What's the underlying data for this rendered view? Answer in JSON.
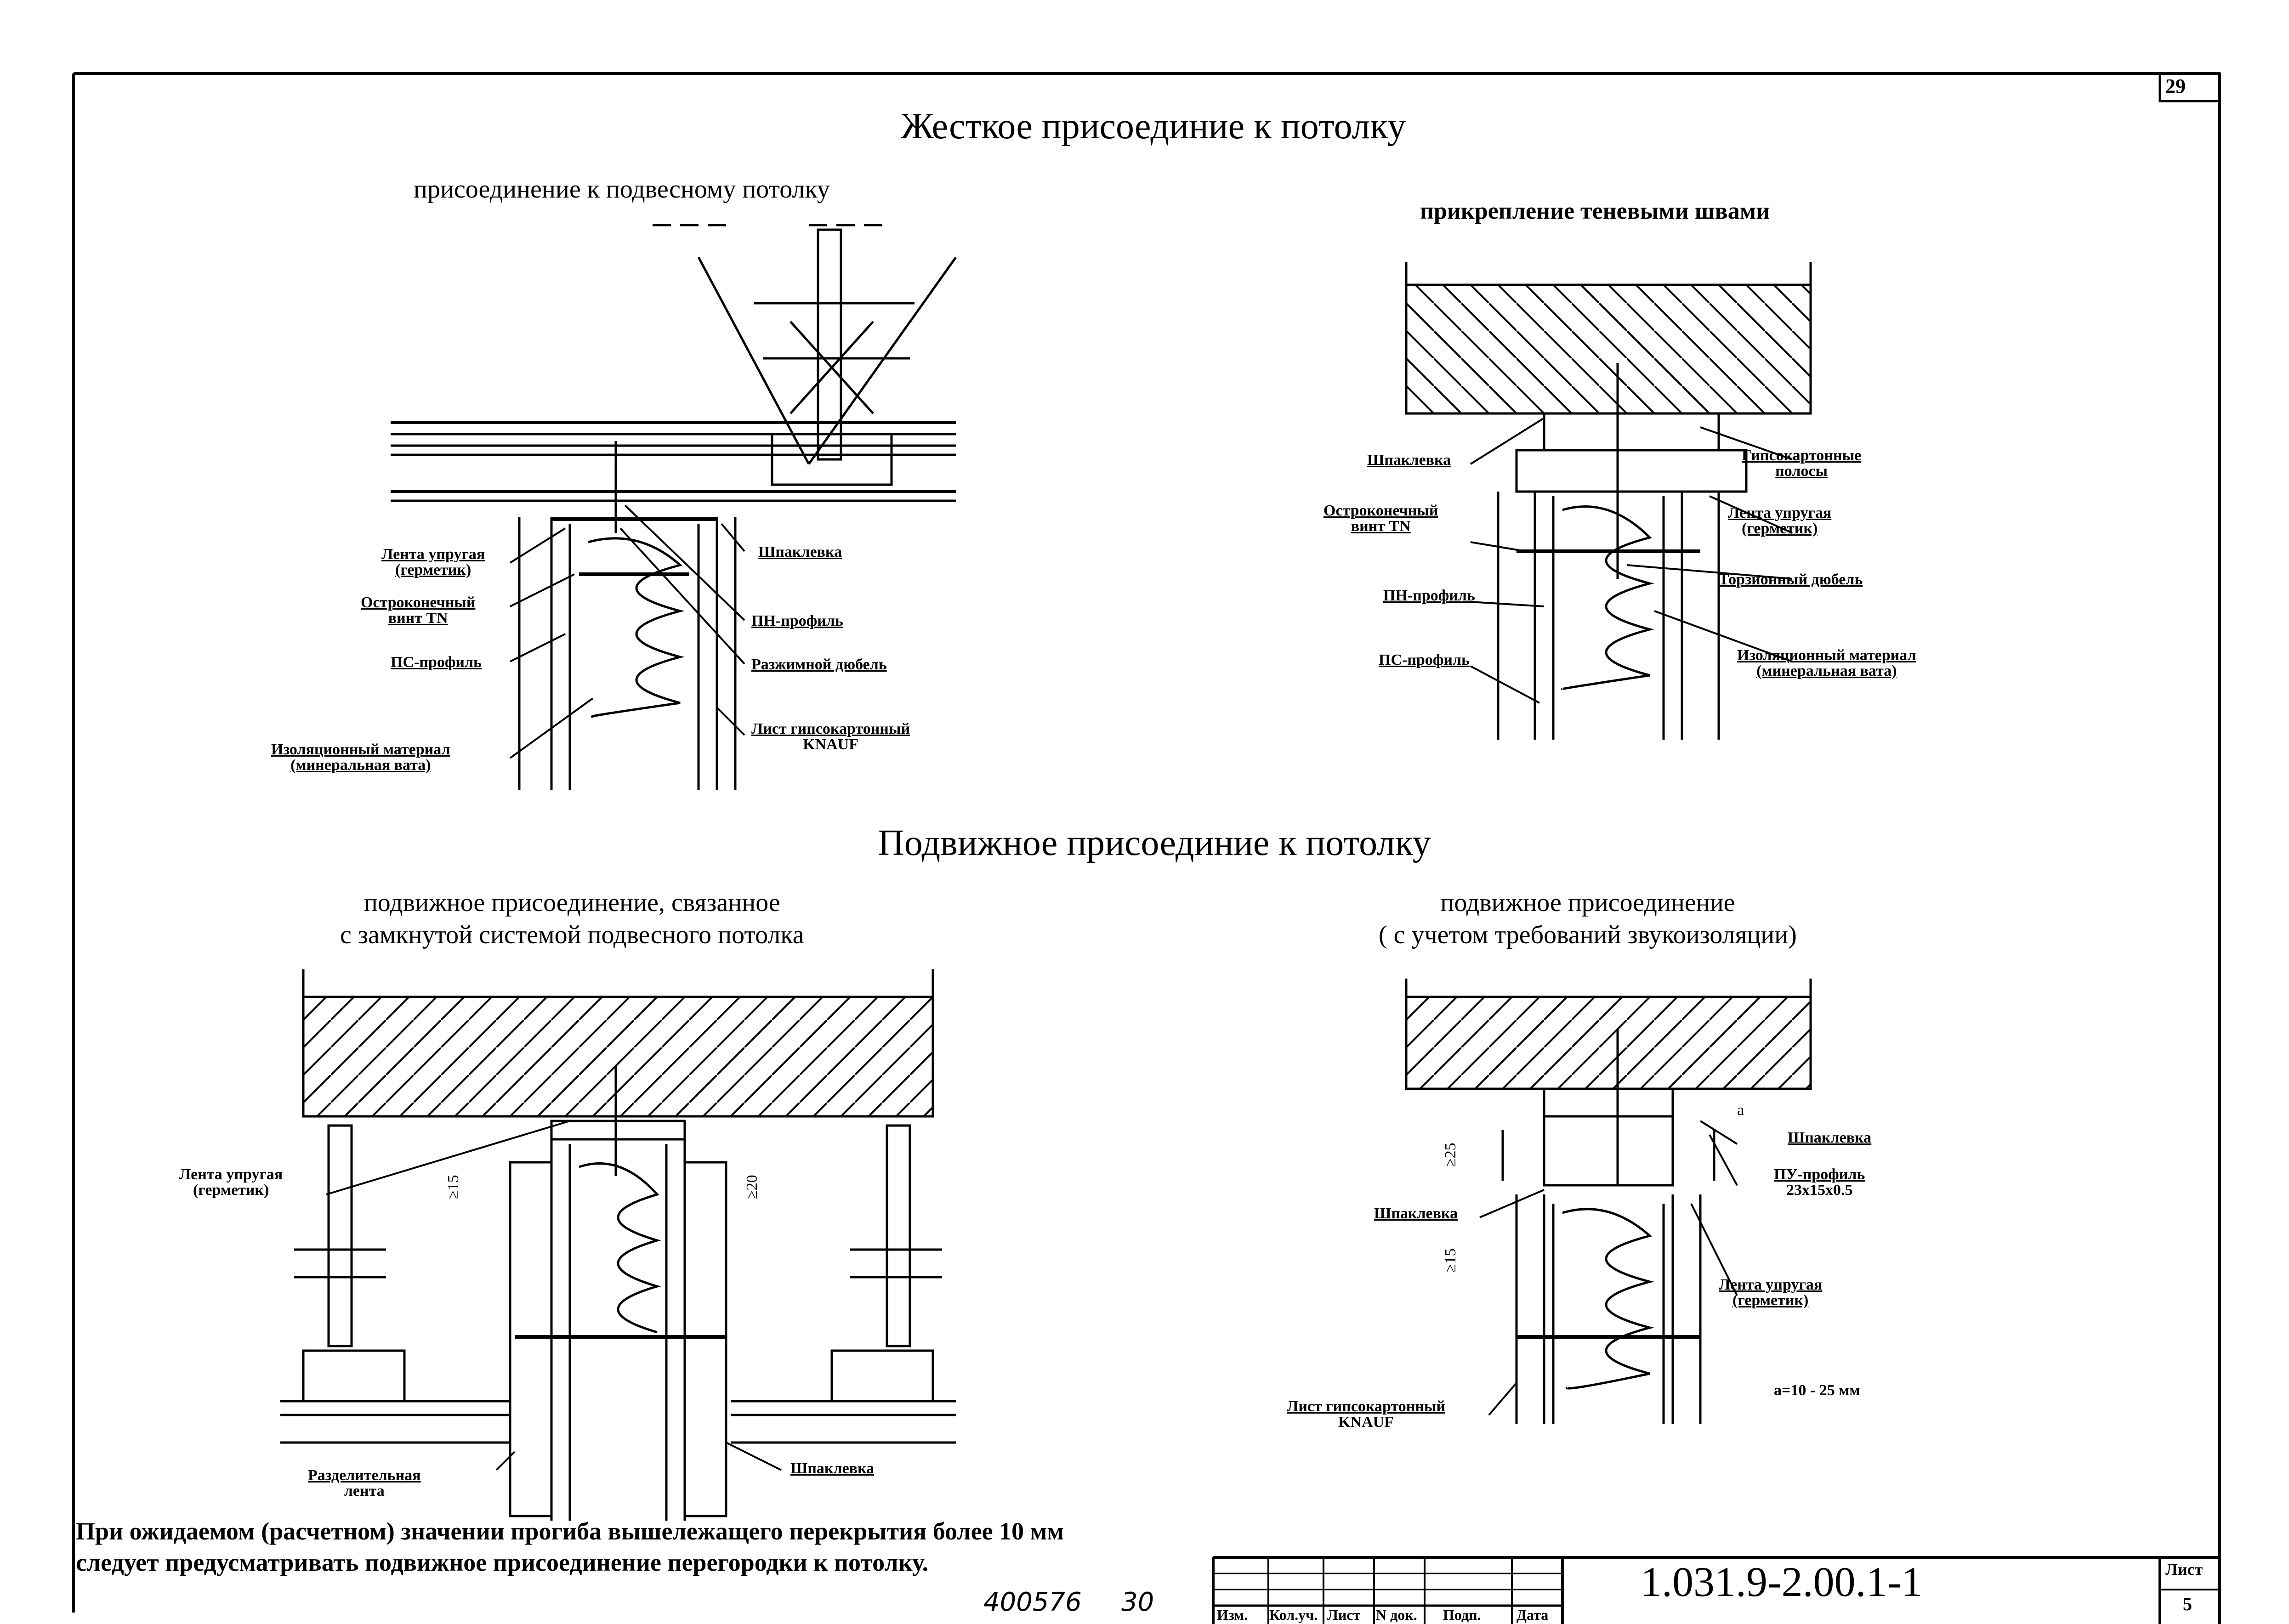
{
  "page_number": "29",
  "titles": {
    "rigid": "Жесткое присоединие к потолку",
    "movable": "Подвижное присоединие к потолку"
  },
  "panels": {
    "tl": {
      "title": "присоединение к подвесному потолку",
      "labels": {
        "tape": [
          "Лента упругая",
          "(герметик)"
        ],
        "screw": [
          "Остроконечный",
          "винт TN"
        ],
        "ps": "ПС-профиль",
        "insul": [
          "Изоляционный материал",
          "(минеральная вата)"
        ],
        "putty": "Шпаклевка",
        "pn": "ПН-профиль",
        "dowel": "Разжимной дюбель",
        "sheet": [
          "Лист гипсокартонный",
          "KNAUF"
        ]
      }
    },
    "tr": {
      "title": "прикрепление теневыми швами",
      "labels": {
        "putty": "Шпаклевка",
        "strips": [
          "Гипсокартонные",
          "полосы"
        ],
        "screw": [
          "Остроконечный",
          "винт TN"
        ],
        "tape": [
          "Лента упругая",
          "(герметик)"
        ],
        "pn": "ПН-профиль",
        "torsion": "Торзионный дюбель",
        "ps": "ПС-профиль",
        "insul": [
          "Изоляционный материал",
          "(минеральная вата)"
        ]
      }
    },
    "bl": {
      "title": [
        "подвижное присоединение, связанное",
        "с замкнутой системой подвесного потолка"
      ],
      "labels": {
        "tape": [
          "Лента упругая",
          "(герметик)"
        ],
        "sep": [
          "Разделительная",
          "лента"
        ],
        "putty": "Шпаклевка",
        "dim1": "≥15",
        "dim2": "≥20"
      }
    },
    "br": {
      "title": [
        "подвижное присоединение",
        "( с учетом требований звукоизоляции)"
      ],
      "labels": {
        "putty1": "Шпаклевка",
        "pu": [
          "ПУ-профиль",
          "23х15х0.5"
        ],
        "putty2": "Шпаклевка",
        "tape": [
          "Лента упругая",
          "(герметик)"
        ],
        "sheet": [
          "Лист гипсокартонный",
          "KNAUF"
        ],
        "formula": "а=10 - 25 мм",
        "dim_a": "а",
        "dim25": "≥25",
        "dim15": "≥15"
      }
    }
  },
  "note": [
    "При ожидаемом (расчетном) значении прогиба вышележащего перекрытия более 10 мм",
    "следует предусматривать подвижное присоединение перегородки к потолку."
  ],
  "handwritten": [
    "400576",
    "30"
  ],
  "stamp": {
    "columns": [
      "Изм.",
      "Кол.уч.",
      "Лист",
      "N док.",
      "Подп.",
      "Дата"
    ],
    "code": "1.031.9-2.00.1-1",
    "sheet_label": "Лист",
    "sheet_number": "5"
  }
}
